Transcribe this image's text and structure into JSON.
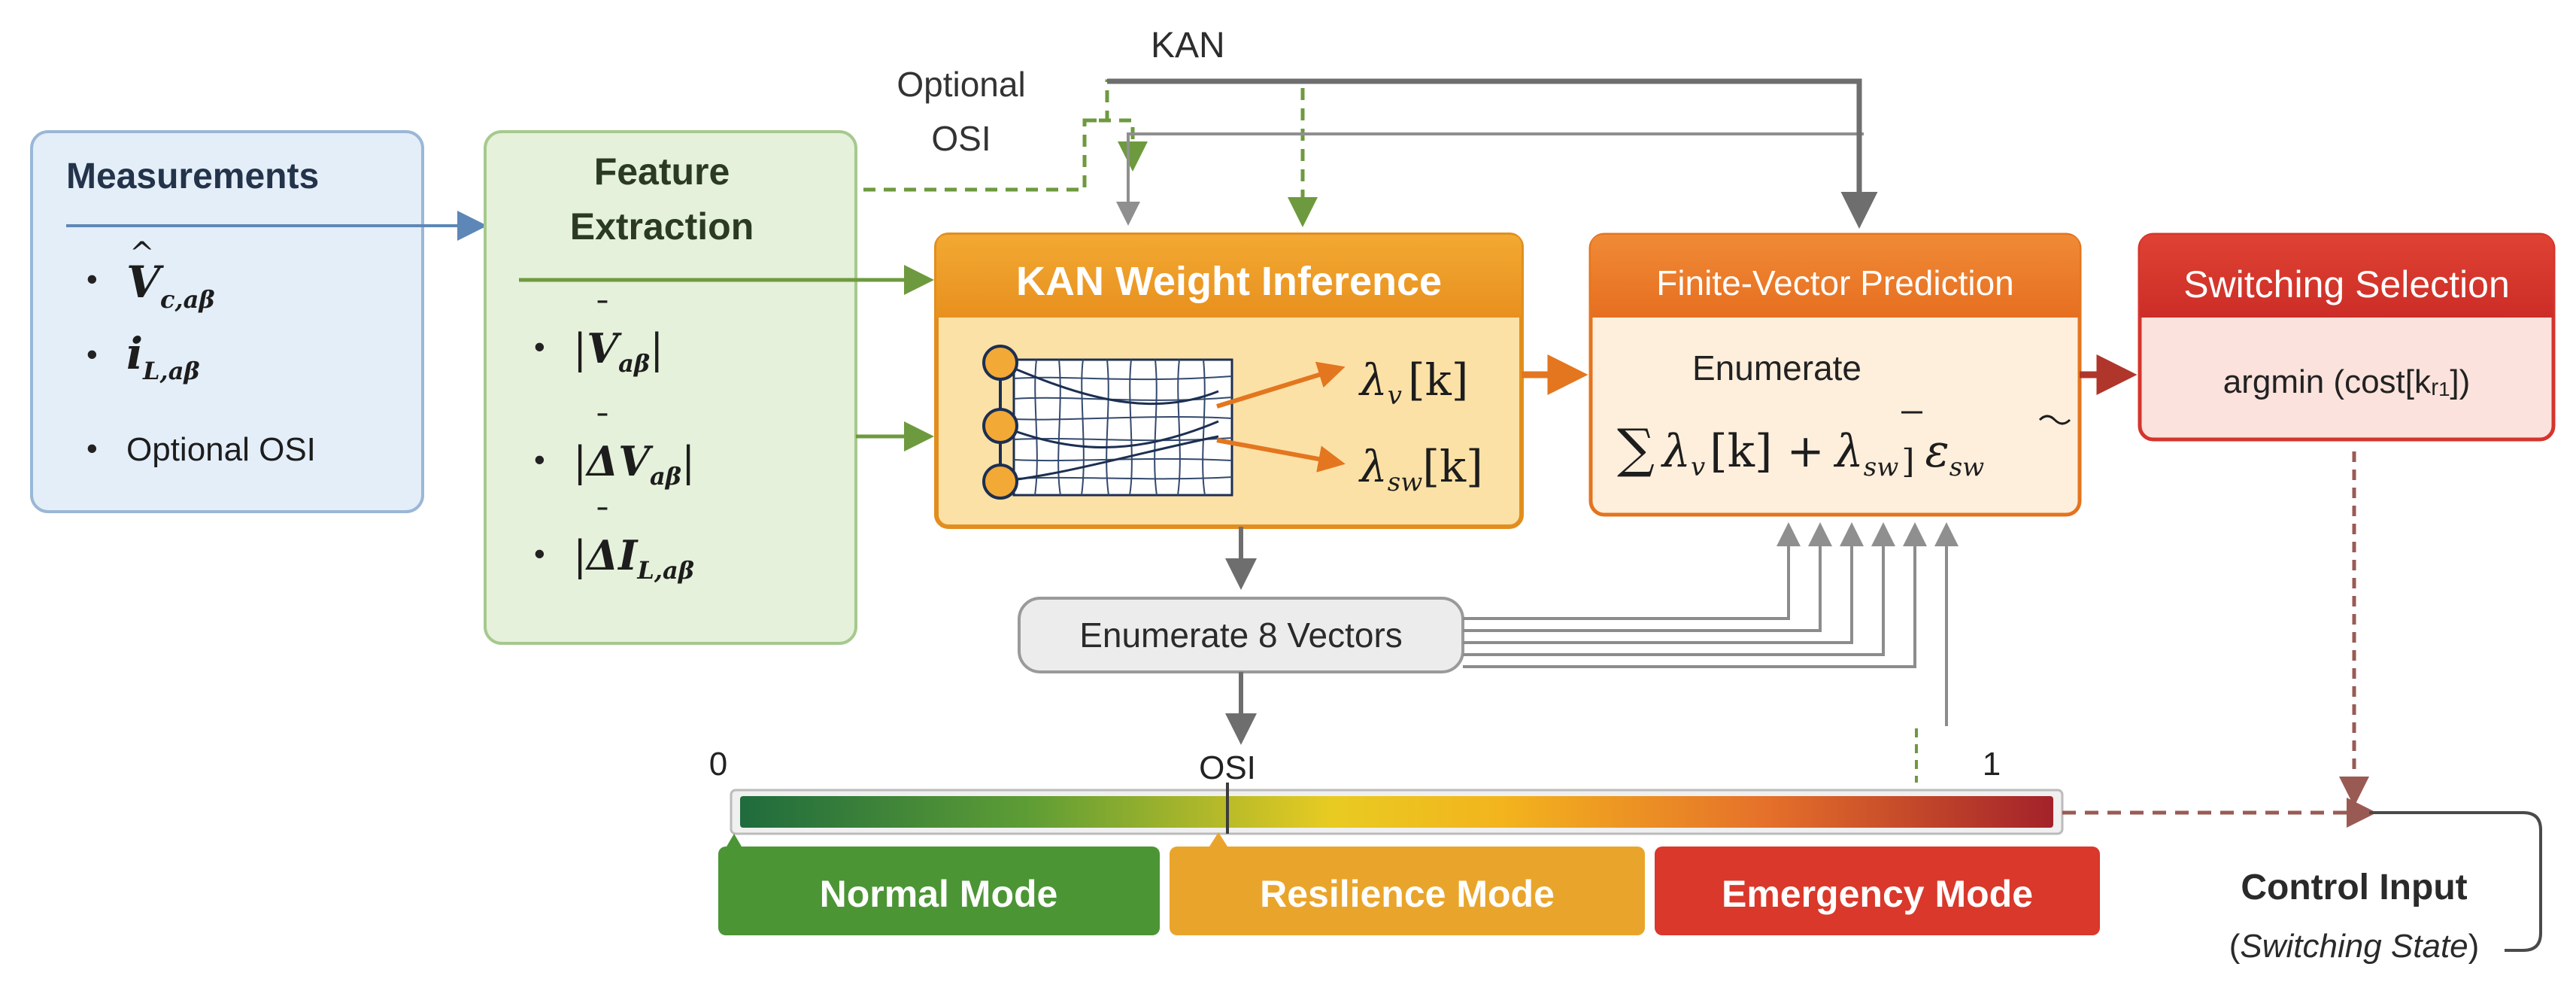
{
  "labels": {
    "kan": "KAN",
    "optional_osi_line1": "Optional",
    "optional_osi_line2": "OSI",
    "enumerate_vectors": "Enumerate 8 Vectors",
    "osi": "OSI",
    "scale_min": "0",
    "scale_max": "1"
  },
  "measurements": {
    "title": "Measurements",
    "items": [
      {
        "base": "V",
        "accent": "^",
        "sub": "c,aβ"
      },
      {
        "base": "i",
        "accent": "",
        "sub": "L,aβ"
      },
      {
        "text": "Optional OSI"
      }
    ]
  },
  "feature_extraction": {
    "title_line1": "Feature",
    "title_line2": "Extraction",
    "items": [
      {
        "prefix": "|",
        "accent": "¯",
        "base": "V",
        "sub": "aβ",
        "suffix": "|"
      },
      {
        "prefix": "|",
        "accent": "¯",
        "base": "ΔV",
        "sub": "aβ",
        "suffix": "|"
      },
      {
        "prefix": "|",
        "accent": "¯",
        "base": "ΔI",
        "sub": "L,aβ",
        "suffix": ""
      }
    ]
  },
  "kan_block": {
    "title": "KAN Weight Inference",
    "lambda_v": "λ",
    "lambda_v_sub": "v",
    "lambda_v_arg": "[k]",
    "lambda_sw": "λ",
    "lambda_sw_sub": "sw",
    "lambda_sw_arg": "[k]"
  },
  "finite_vector": {
    "title": "Finite-Vector Prediction",
    "enumerate": "Enumerate",
    "sum": "∑",
    "lambda": "λ",
    "lambda_v_sub": "v",
    "lambda_v_arg": "[k] +",
    "lambda_sw_sub": "sw",
    "bracket": "]",
    "e": "ε",
    "e_sub": "sw"
  },
  "switching": {
    "title": "Switching Selection",
    "formula": "argmin (cost[kᵣ₁])"
  },
  "modes": [
    {
      "label": "Normal Mode",
      "color": "#4b9535"
    },
    {
      "label": "Resilience Mode",
      "color": "#e9a52b"
    },
    {
      "label": "Emergency Mode",
      "color": "#d9382b"
    }
  ],
  "control": {
    "title": "Control Input",
    "subtitle_open": "(",
    "subtitle": "Switching State",
    "subtitle_close": ")"
  },
  "colors": {
    "measurements_fill": "#e4eef8",
    "feature_fill": "#e5f1db",
    "kan_orange": "#ef9a28",
    "fv_orange": "#ee7d2b",
    "switch_red": "#d9342e",
    "arrow_blue": "#5d87b7",
    "arrow_green": "#6d9a3e",
    "arrow_orange": "#e3761f",
    "arrow_red": "#b0352b",
    "arrow_gray": "#7a7a7a"
  }
}
